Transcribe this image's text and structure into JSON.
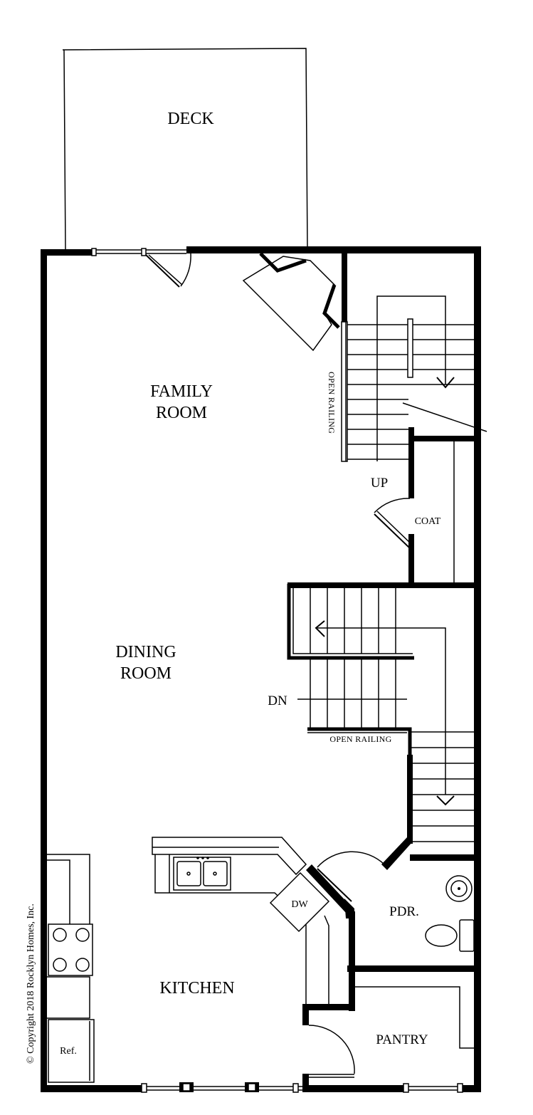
{
  "rooms": {
    "deck": "DECK",
    "family_line1": "FAMILY",
    "family_line2": "ROOM",
    "dining_line1": "DINING",
    "dining_line2": "ROOM",
    "kitchen": "KITCHEN",
    "pdr": "PDR.",
    "pantry": "PANTRY",
    "coat": "COAT"
  },
  "labels": {
    "up": "UP",
    "dn": "DN",
    "open_railing_vertical": "OPEN RAILING",
    "open_railing_horizontal": "OPEN RAILING",
    "dishwasher": "DW",
    "refrigerator": "Ref."
  },
  "copyright": "© Copyright 2018 Rocklyn Homes, Inc."
}
